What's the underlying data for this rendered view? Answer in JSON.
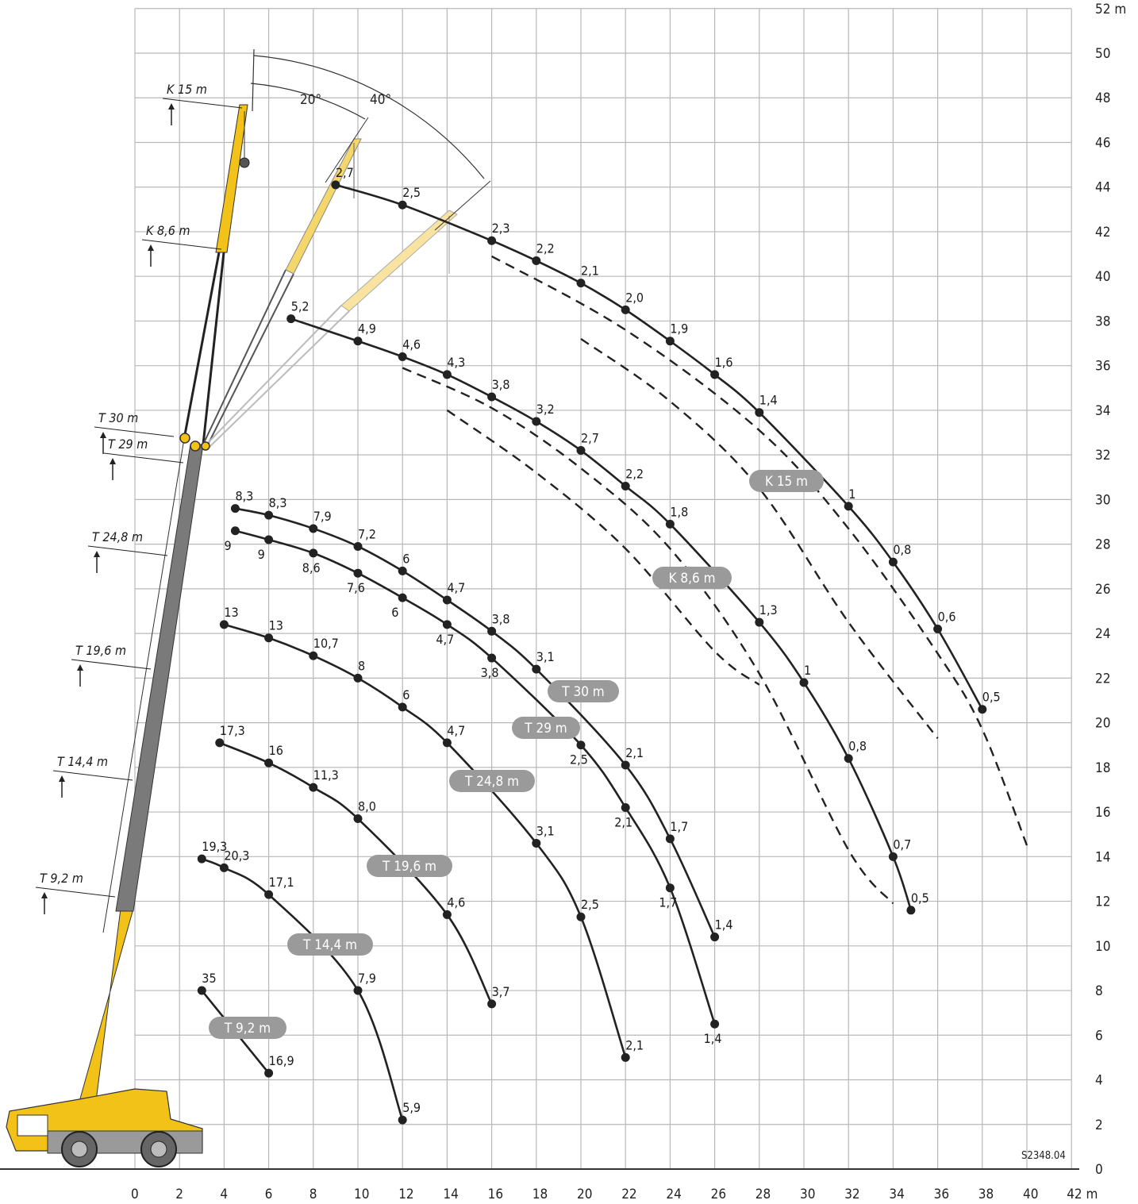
{
  "chart_data": {
    "type": "line",
    "title": "",
    "xlabel": "",
    "ylabel": "",
    "x_unit_label": "42 m",
    "y_unit_label": "52 m",
    "xlim": [
      -6,
      42
    ],
    "ylim": [
      0,
      52
    ],
    "x_ticks": [
      "0",
      "2",
      "4",
      "6",
      "8",
      "10",
      "12",
      "14",
      "16",
      "18",
      "20",
      "22",
      "24",
      "26",
      "28",
      "30",
      "32",
      "34",
      "36",
      "38",
      "40",
      "42 m"
    ],
    "y_ticks": [
      "0",
      "2",
      "4",
      "6",
      "8",
      "10",
      "12",
      "14",
      "16",
      "18",
      "20",
      "22",
      "24",
      "26",
      "28",
      "30",
      "32",
      "34",
      "36",
      "38",
      "40",
      "42",
      "44",
      "46",
      "48",
      "50",
      "52 m"
    ],
    "grid": true,
    "drawing_code": "S2348.04",
    "angle_labels": [
      "20°",
      "40°"
    ],
    "boom_tags": [
      {
        "label": "K 15 m"
      },
      {
        "label": "K 8,6 m"
      },
      {
        "label": "T 30 m"
      },
      {
        "label": "T 29 m"
      },
      {
        "label": "T 24,8 m"
      },
      {
        "label": "T 19,6 m"
      },
      {
        "label": "T 14,4 m"
      },
      {
        "label": "T 9,2 m"
      }
    ],
    "series": [
      {
        "name": "K 15 m",
        "points": [
          [
            9,
            44.1,
            "2,7"
          ],
          [
            12,
            43.2,
            "2,5"
          ],
          [
            16,
            41.6,
            "2,3"
          ],
          [
            18,
            40.7,
            "2,2"
          ],
          [
            20,
            39.7,
            "2,1"
          ],
          [
            22,
            38.5,
            "2,0"
          ],
          [
            24,
            37.1,
            "1,9"
          ],
          [
            26,
            35.6,
            "1,6"
          ],
          [
            28,
            33.9,
            "1,4"
          ],
          [
            32,
            29.7,
            "1"
          ],
          [
            34,
            27.2,
            "0,8"
          ],
          [
            36,
            24.2,
            "0,6"
          ],
          [
            38,
            20.6,
            "0,5"
          ]
        ]
      },
      {
        "name": "K 8,6 m",
        "points": [
          [
            7,
            38.1,
            "5,2"
          ],
          [
            10,
            37.1,
            "4,9"
          ],
          [
            12,
            36.4,
            "4,6"
          ],
          [
            14,
            35.6,
            "4,3"
          ],
          [
            16,
            34.6,
            "3,8"
          ],
          [
            18,
            33.5,
            "3,2"
          ],
          [
            20,
            32.2,
            "2,7"
          ],
          [
            22,
            30.6,
            "2,2"
          ],
          [
            24,
            28.9,
            "1,8"
          ],
          [
            28,
            24.5,
            "1,3"
          ],
          [
            30,
            21.8,
            "1"
          ],
          [
            32,
            18.4,
            "0,8"
          ],
          [
            34,
            14.0,
            "0,7"
          ],
          [
            34.8,
            11.6,
            "0,5"
          ]
        ]
      },
      {
        "name": "T 30 m",
        "points": [
          [
            4.5,
            29.6,
            "8,3"
          ],
          [
            6,
            29.3,
            "8,3"
          ],
          [
            8,
            28.7,
            "7,9"
          ],
          [
            10,
            27.9,
            "7,2"
          ],
          [
            12,
            26.8,
            "6"
          ],
          [
            14,
            25.5,
            "4,7"
          ],
          [
            16,
            24.1,
            "3,8"
          ],
          [
            18,
            22.4,
            "3,1"
          ],
          [
            22,
            18.1,
            "2,1"
          ],
          [
            24,
            14.8,
            "1,7"
          ],
          [
            26,
            10.4,
            "1,4"
          ]
        ]
      },
      {
        "name": "T 29 m",
        "points": [
          [
            4.5,
            28.6,
            "9"
          ],
          [
            6,
            28.2,
            "9"
          ],
          [
            8,
            27.6,
            "8,6"
          ],
          [
            10,
            26.7,
            "7,6"
          ],
          [
            12,
            25.6,
            "6"
          ],
          [
            14,
            24.4,
            "4,7"
          ],
          [
            16,
            22.9,
            "3,8"
          ],
          [
            20,
            19.0,
            "2,5"
          ],
          [
            22,
            16.2,
            "2,1"
          ],
          [
            24,
            12.6,
            "1,7"
          ],
          [
            26,
            6.5,
            "1,4"
          ]
        ]
      },
      {
        "name": "T 24,8 m",
        "points": [
          [
            4,
            24.4,
            "13"
          ],
          [
            6,
            23.8,
            "13"
          ],
          [
            8,
            23.0,
            "10,7"
          ],
          [
            10,
            22.0,
            "8"
          ],
          [
            12,
            20.7,
            "6"
          ],
          [
            14,
            19.1,
            "4,7"
          ],
          [
            18,
            14.6,
            "3,1"
          ],
          [
            20,
            11.3,
            "2,5"
          ],
          [
            22,
            5.0,
            "2,1"
          ]
        ]
      },
      {
        "name": "T 19,6 m",
        "points": [
          [
            3.8,
            19.1,
            "17,3"
          ],
          [
            6,
            18.2,
            "16"
          ],
          [
            8,
            17.1,
            "11,3"
          ],
          [
            10,
            15.7,
            "8,0"
          ],
          [
            14,
            11.4,
            "4,6"
          ],
          [
            16,
            7.4,
            "3,7"
          ]
        ]
      },
      {
        "name": "T 14,4 m",
        "points": [
          [
            3,
            13.9,
            "19,3"
          ],
          [
            4,
            13.5,
            "20,3"
          ],
          [
            6,
            12.3,
            "17,1"
          ],
          [
            10,
            8.0,
            "7,9"
          ],
          [
            12,
            2.2,
            "5,9"
          ]
        ]
      },
      {
        "name": "T 9,2 m",
        "points": [
          [
            3,
            8.0,
            "35"
          ],
          [
            6,
            4.3,
            "16,9"
          ]
        ]
      }
    ]
  }
}
